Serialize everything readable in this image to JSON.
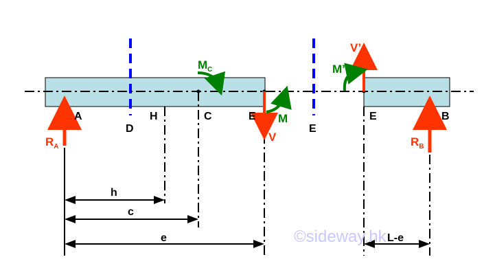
{
  "diagram": {
    "colors": {
      "beam_fill": "#b9e0e6",
      "force": "#ff3300",
      "moment": "#008000",
      "section_cut": "#0000ff",
      "line": "#000000"
    },
    "left_segment": {
      "points": {
        "A": "A",
        "D": "D",
        "H": "H",
        "C": "C",
        "E": "E"
      },
      "reaction": "R",
      "reaction_sub": "A",
      "moment_c": "M",
      "moment_c_sub": "C",
      "moment": "M",
      "shear": "V"
    },
    "cut_label": "E",
    "right_segment": {
      "points": {
        "E": "E",
        "B": "B"
      },
      "reaction": "R",
      "reaction_sub": "B",
      "moment": "M’",
      "shear": "V’"
    },
    "dimensions": {
      "h": "h",
      "c": "c",
      "e": "e",
      "L_minus_e": "L-e"
    },
    "watermark": "©sideway.hk"
  }
}
